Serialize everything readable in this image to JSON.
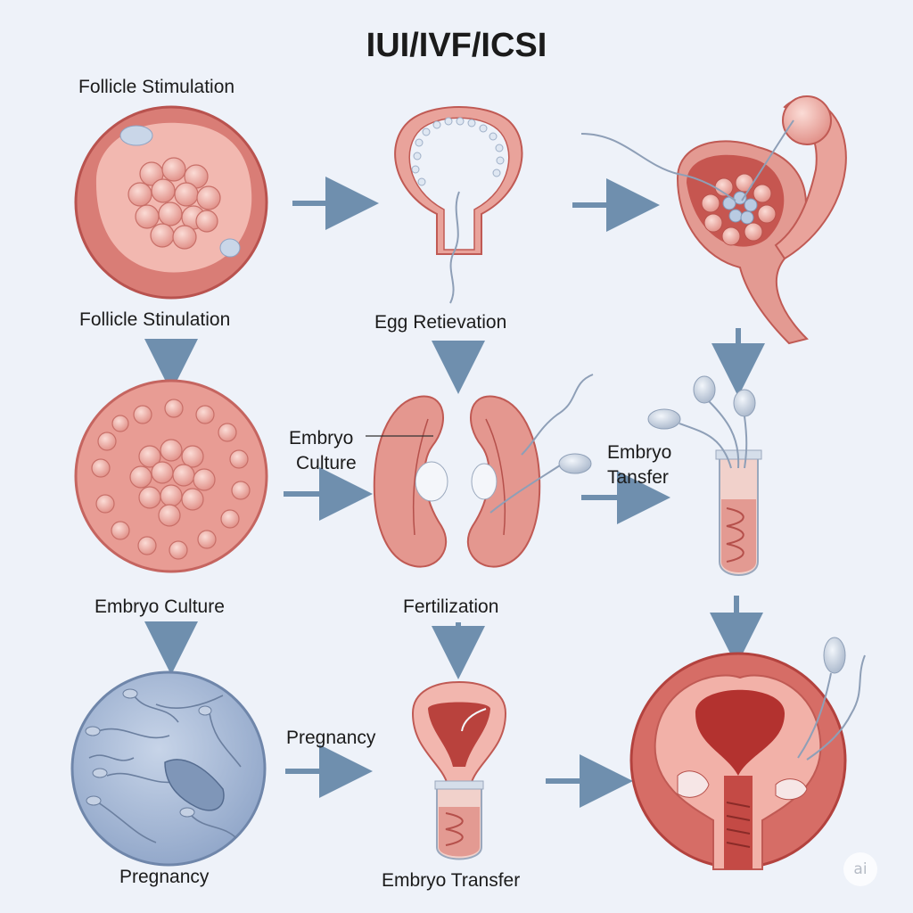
{
  "title": "IUI/IVF/ICSI",
  "labels": {
    "follicle_top": "Follicle Stimulation",
    "follicle_mid": "Follicle Stinulation",
    "egg_retrieval": "Egg Retievation",
    "embryo_culture_inline": [
      "Embryo",
      "Culture"
    ],
    "embryo_transfer_inline": [
      "Embryo",
      "Tansfer"
    ],
    "embryo_culture": "Embryo Culture",
    "fertilization": "Fertilization",
    "pregnancy_inline": "Pregnancy",
    "pregnancy": "Pregnancy",
    "embryo_transfer": "Embryo Transfer"
  },
  "watermark": "ai",
  "colors": {
    "background": "#eef2f9",
    "tissue": "#e9a09a",
    "tissue_dark": "#c0504c",
    "tissue_light": "#f4c3bb",
    "arrow": "#6f8fae",
    "sperm": "#c9d3e0",
    "blue_cell": "#9fb3d0"
  }
}
